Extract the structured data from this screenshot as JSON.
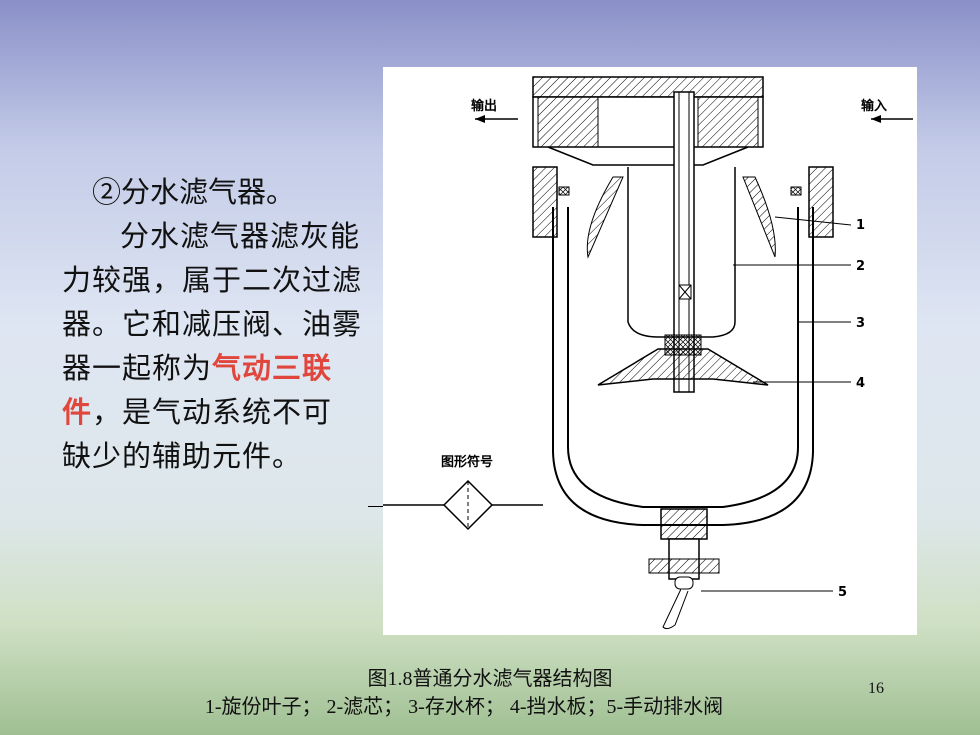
{
  "text": {
    "heading": "②分水滤气器。",
    "body_plain1": "分水滤气器滤灰能力较强，属于二次过滤器。它和减压阀、油雾器一起称为",
    "highlight": "气动三联件",
    "body_plain2": "，是气动系统不可缺少的辅助元件。"
  },
  "figure": {
    "label_out": "输出",
    "label_in": "输入",
    "label_symbol": "图形符号",
    "callouts": [
      "1",
      "2",
      "3",
      "4",
      "5"
    ]
  },
  "caption": {
    "line1": "图1.8普通分水滤气器结构图",
    "line2": "1-旋份叶子；  2-滤芯；  3-存水杯；  4-挡水板；5-手动排水阀"
  },
  "page_number": "16",
  "colors": {
    "highlight": "#e0463c"
  }
}
